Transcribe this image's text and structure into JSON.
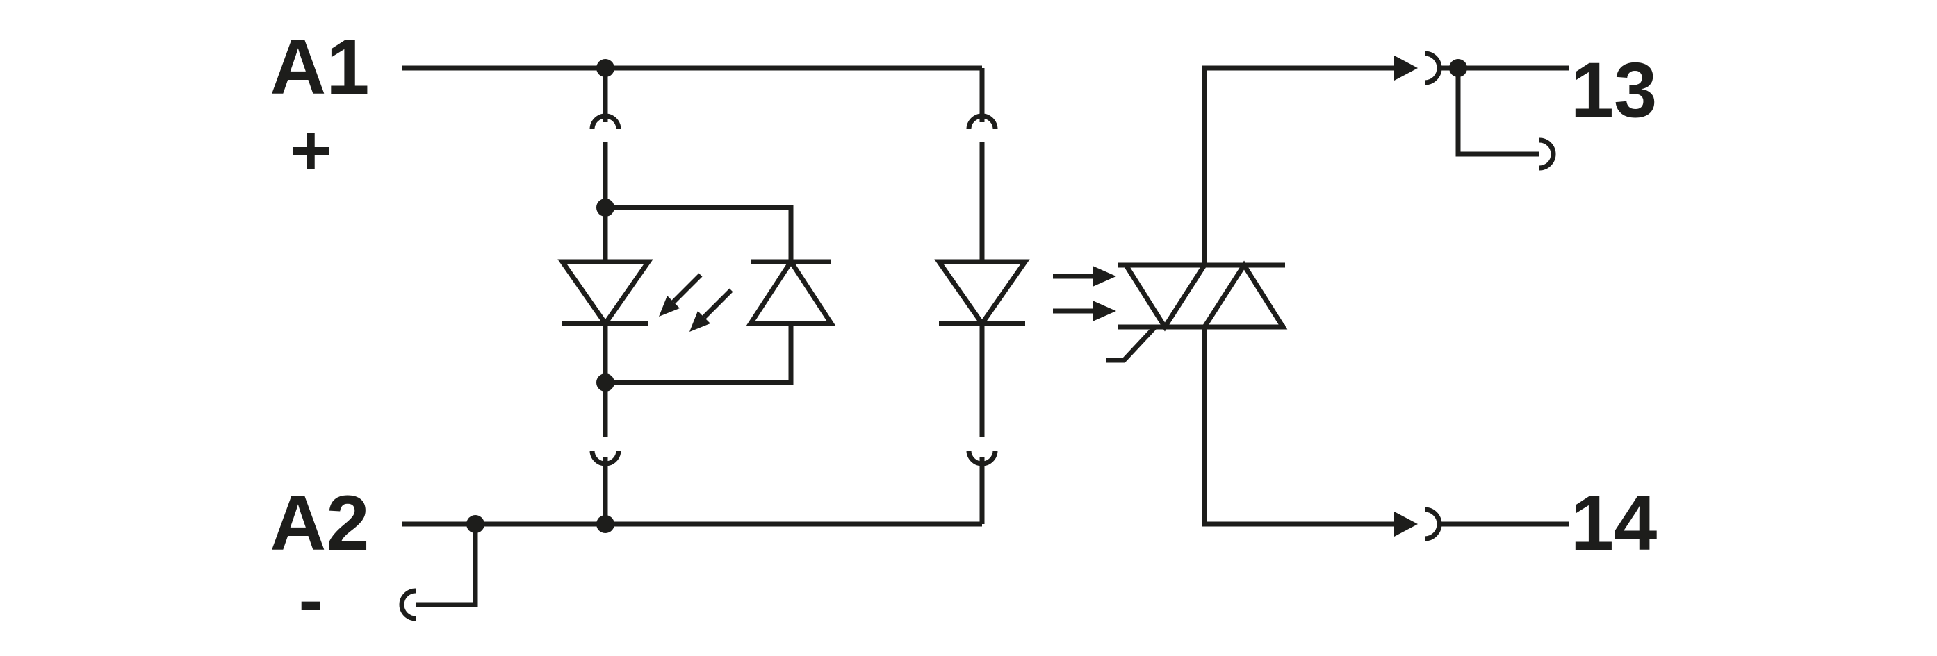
{
  "diagram": {
    "kind": "circuit-schematic",
    "colors": {
      "line": "#1d1d1b",
      "background": "#ffffff"
    },
    "terminals": {
      "a1": "A1",
      "a1_polarity": "+",
      "a2": "A2",
      "a2_polarity": "-",
      "out_top": "13",
      "out_bottom": "14"
    },
    "symbols": [
      "status-led",
      "reverse-protection-diode",
      "optocoupler-led",
      "photo-triac",
      "plug-in-contacts"
    ]
  }
}
